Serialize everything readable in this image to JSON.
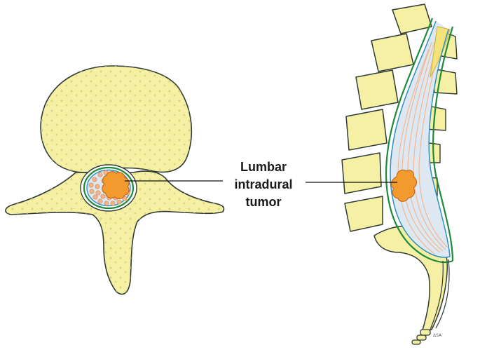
{
  "label": {
    "line1": "Lumbar",
    "line2": "intradural",
    "line3": "tumor"
  },
  "signature": "ΔSA",
  "colors": {
    "bone": "#f5f0a3",
    "bone_outline": "#2f3a36",
    "dura": "#1e8a3c",
    "arachnoid": "#2f8fbe",
    "tumor": "#f39a2e",
    "tumor_outline": "#c0651a",
    "nerve_roots": "#f2b48a",
    "csf": "#dde8f2"
  }
}
